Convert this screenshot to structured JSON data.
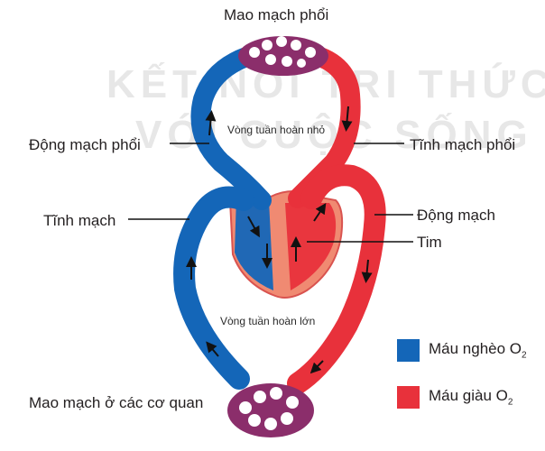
{
  "watermark": {
    "line1": "KẾT NỐI TRI THỨC",
    "line2": "VỚI CUỘC SỐNG"
  },
  "labels": {
    "top": "Mao mạch phổi",
    "pulmonary_artery": "Động mạch phổi",
    "pulmonary_vein": "Tĩnh mạch phổi",
    "vein": "Tĩnh mạch",
    "artery": "Động mạch",
    "heart": "Tim",
    "bottom": "Mao mạch ở các cơ quan",
    "small_circuit": "Vòng tuần hoàn nhỏ",
    "large_circuit": "Vòng tuần hoàn lớn"
  },
  "legend": [
    {
      "text": "Máu nghèo O",
      "sub": "2",
      "color": "#1466b8"
    },
    {
      "text": "Máu giàu O",
      "sub": "2",
      "color": "#e8313b"
    }
  ],
  "colors": {
    "blue": "#1466b8",
    "red": "#e8313b",
    "capillary": "#8b2e6b",
    "heart_fill": "#f08a72"
  }
}
